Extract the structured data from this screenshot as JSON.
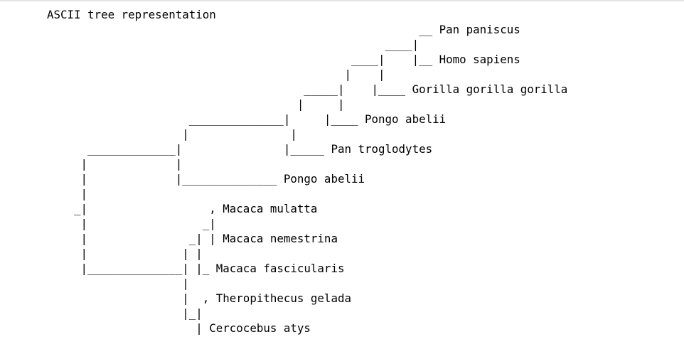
{
  "output": {
    "title": "ASCII tree representation",
    "tree_lines": [
      "                                                       __ Pan paniscus",
      "                                                  ____|",
      "                                             ____|    |__ Homo sapiens",
      "                                            |    |",
      "                                      _____|    |____ Gorilla gorilla gorilla",
      "                                     |     |",
      "                     ______________|     |____ Pongo abelii",
      "                    |               |",
      "      _____________|               |_____ Pan troglodytes",
      "     |             |",
      "     |             |______________ Pongo abelii",
      "     |",
      "    _|                  , Macaca mulatta",
      "     |                 _|",
      "     |               _| | Macaca nemestrina",
      "     |              | |",
      "     |______________| |_ Macaca fascicularis",
      "                    |",
      "                    |  , Theropithecus gelada",
      "                    |_|",
      "                      | Cercocebus atys"
    ]
  }
}
